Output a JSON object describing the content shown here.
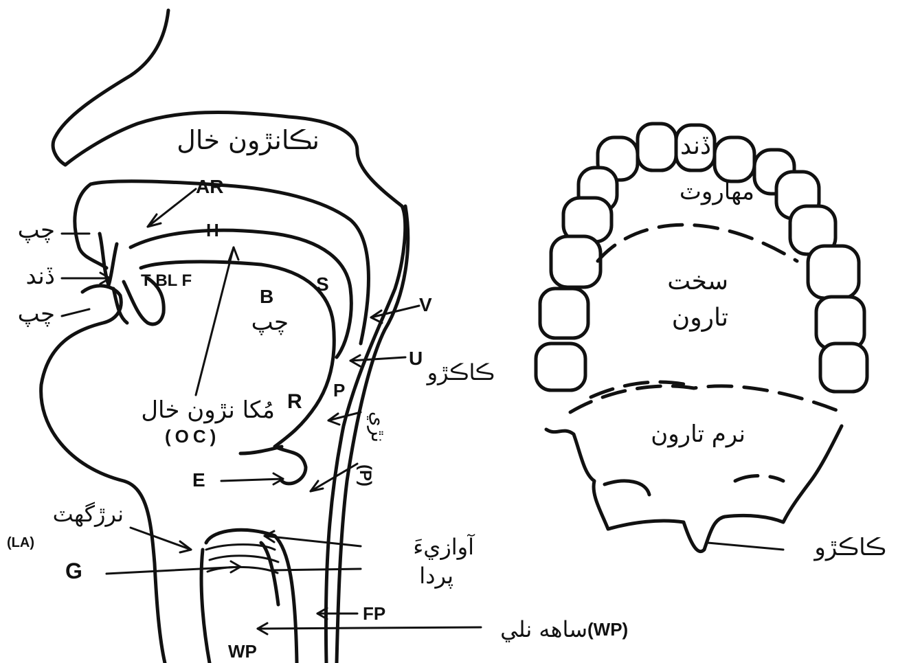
{
  "vocal_tract": {
    "nasal_cavity": "نڪانڙون خال",
    "upper_lip": "چپ",
    "teeth": "ڏند",
    "lower_lip": "چپ",
    "tongue": "چپ",
    "oral_cavity": "مُکا نڙون خال",
    "oral_cavity_abbr": "(OC)",
    "larynx": "نرڙگهٽ",
    "larynx_abbr": "(LA)",
    "vocal_folds_1": "آوازيءَ",
    "vocal_folds_2": "پردا",
    "uvula": "ڪاڪڙو",
    "pharynx": "نڙي",
    "pharynx_abbr": "(P)",
    "windpipe": "ساهه نلي",
    "windpipe_abbr": "(WP)",
    "codes": {
      "AR": "AR",
      "H": "H",
      "TBLF": "T BL F",
      "B": "B",
      "S": "S",
      "V": "V",
      "U": "U",
      "P": "P",
      "R": "R",
      "E": "E",
      "G": "G",
      "FP": "FP",
      "WP": "WP"
    }
  },
  "palate": {
    "teeth": "ڏند",
    "alveolar_ridge": "مهاروٽ",
    "hard_palate_1": "سخت",
    "hard_palate_2": "تارون",
    "soft_palate": "نرم تارون",
    "uvula": "ڪاڪڙو"
  }
}
